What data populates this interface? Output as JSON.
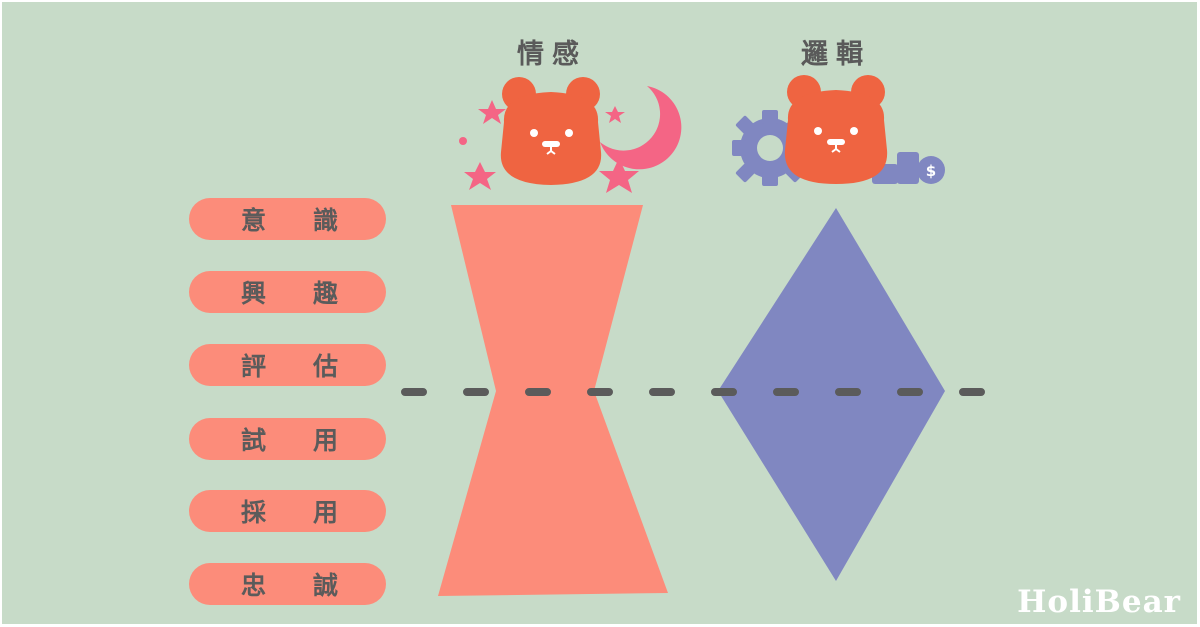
{
  "columns": {
    "emotion": {
      "title": "情感",
      "shape": "hourglass-funnel",
      "color": "#fc8c7a",
      "icon": "bear-with-moon-and-stars"
    },
    "logic": {
      "title": "邏輯",
      "shape": "diamond",
      "color": "#8087c1",
      "icon": "bear-with-gear-and-coins"
    }
  },
  "stages": [
    {
      "left": "意",
      "right": "識"
    },
    {
      "left": "興",
      "right": "趣"
    },
    {
      "left": "評",
      "right": "估"
    },
    {
      "left": "試",
      "right": "用"
    },
    {
      "left": "採",
      "right": "用"
    },
    {
      "left": "忠",
      "right": "誠"
    }
  ],
  "divider": {
    "style": "dashed",
    "color": "#5b5b5b"
  },
  "colors": {
    "background": "#c7dbc8",
    "bear": "#ef6441",
    "stars_moon": "#f46585",
    "gear_coins": "#8087c1",
    "stage_pill": "#fc8c7a",
    "text": "#5a5a5a"
  },
  "brand": {
    "logo_text": "HoliBear"
  }
}
